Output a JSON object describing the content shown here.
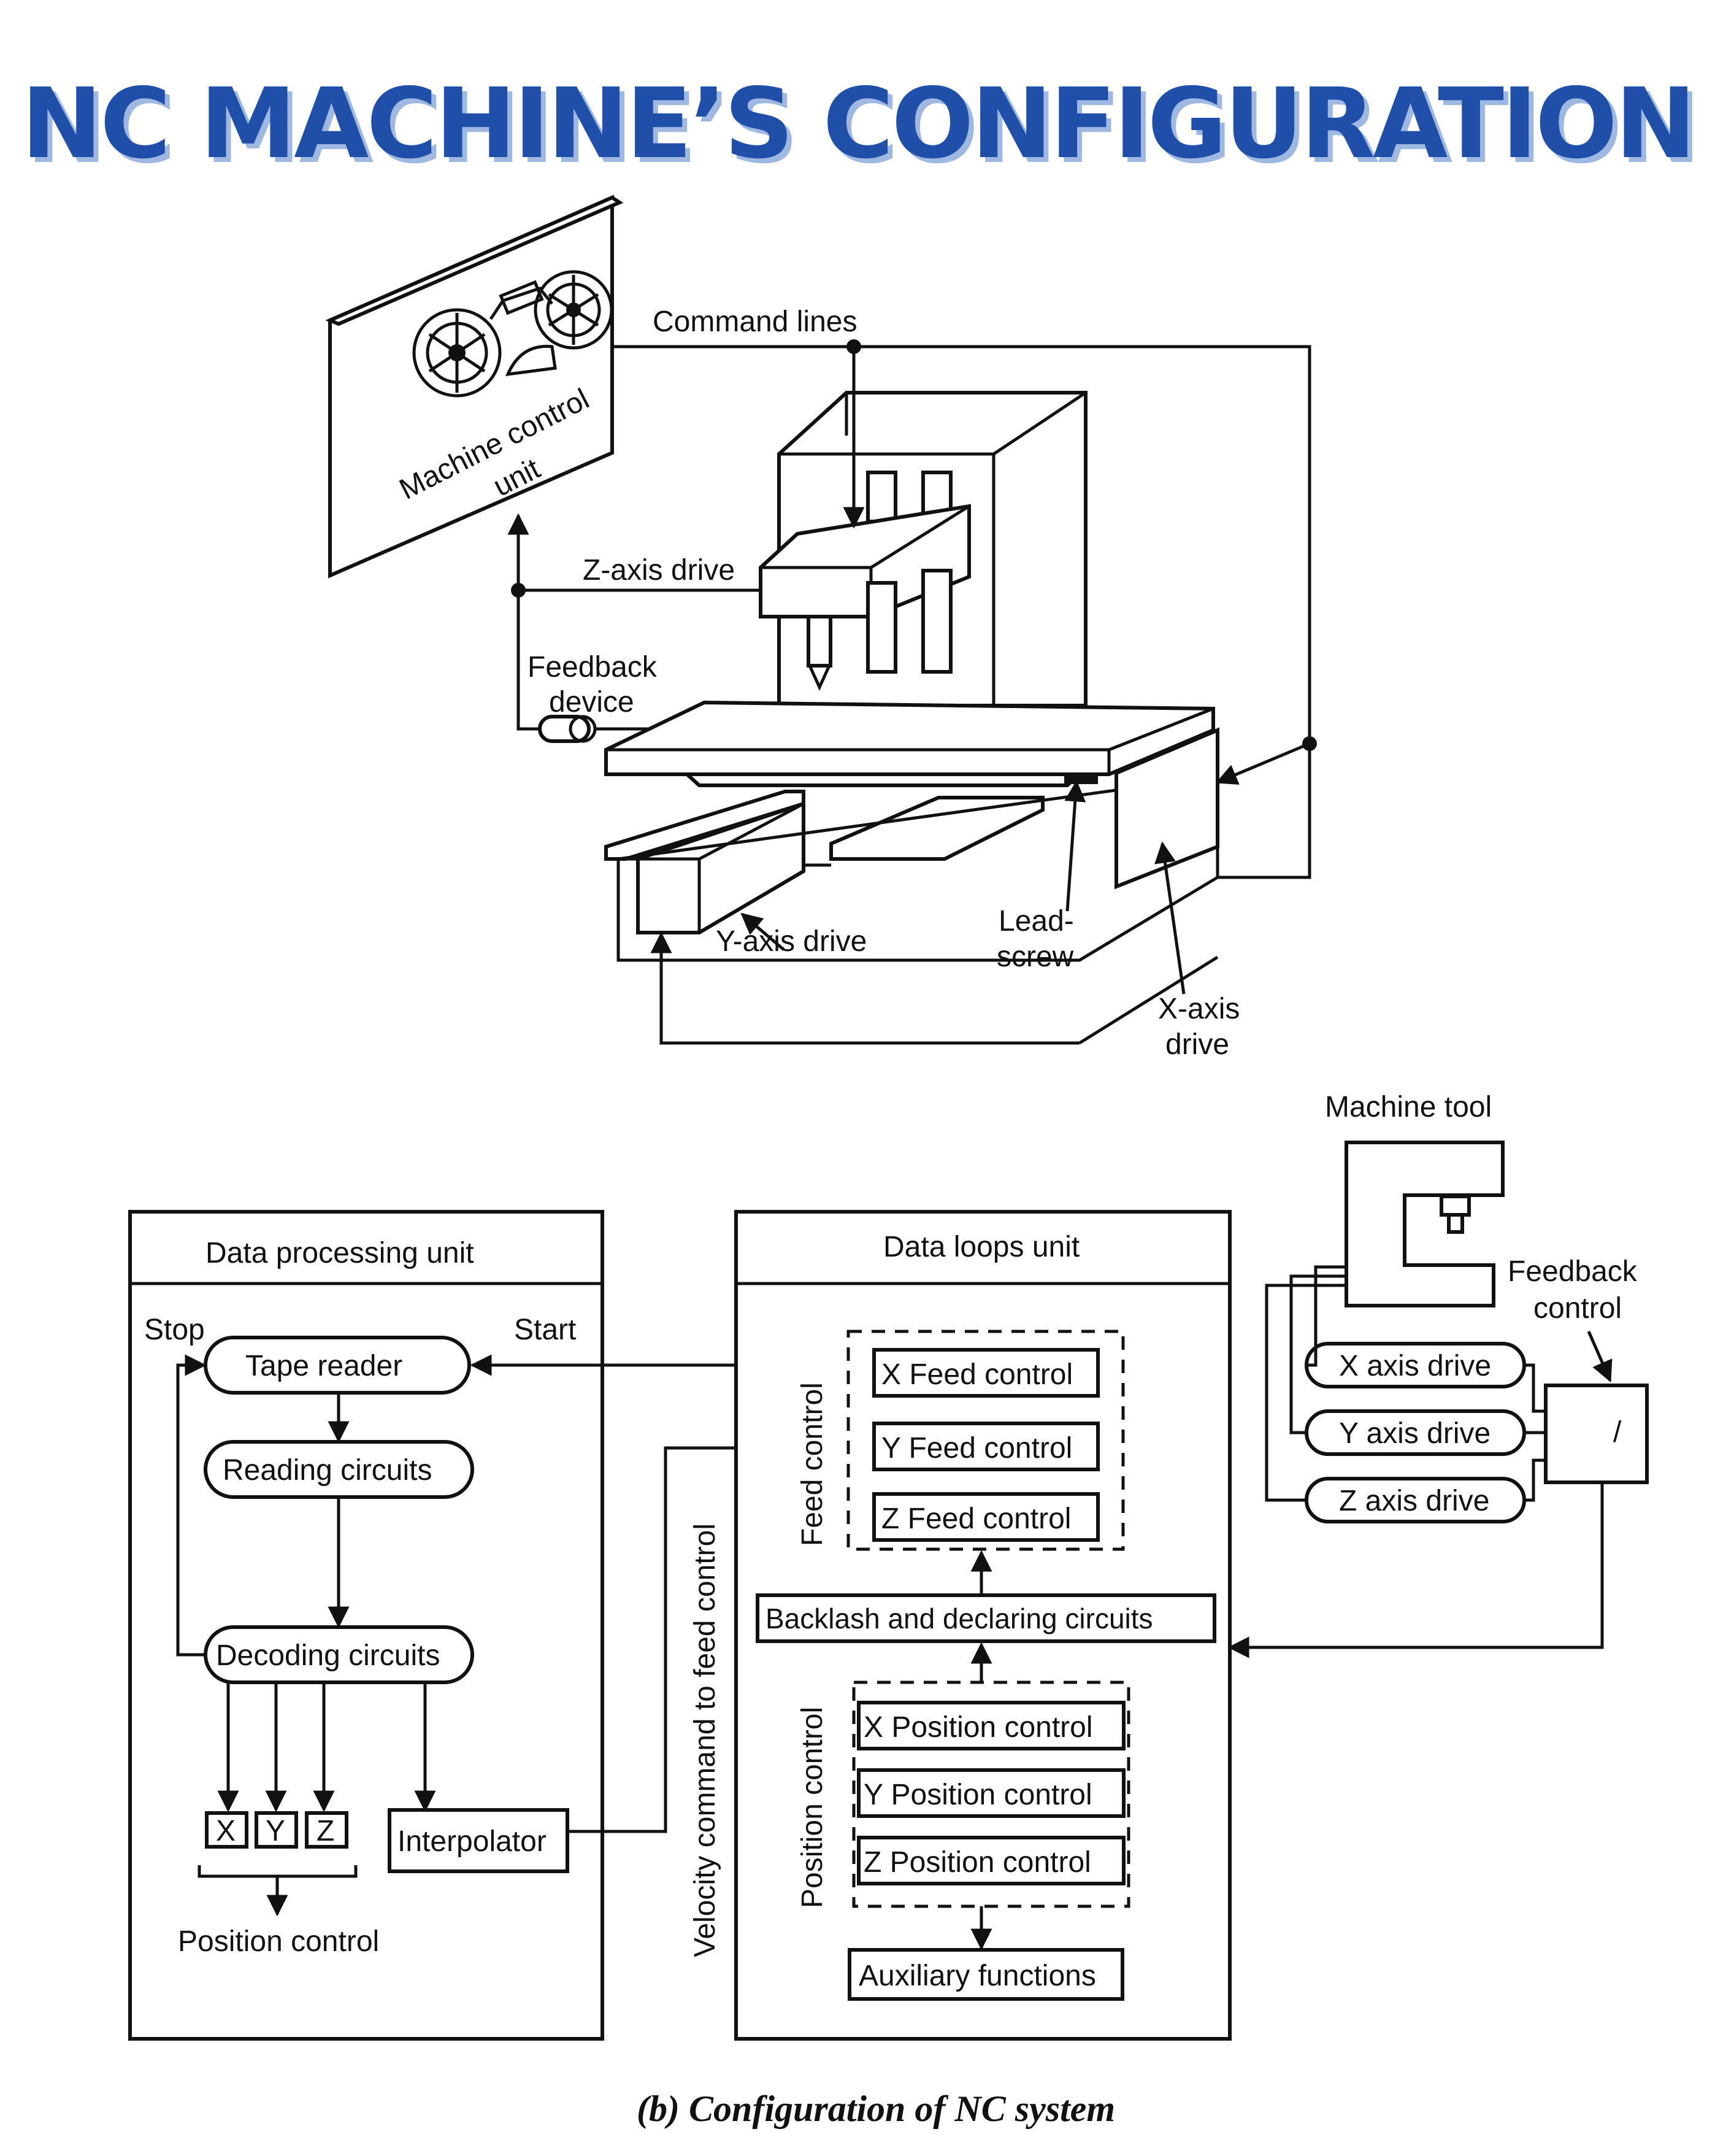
{
  "title": "NC MACHINE’S CONFIGURATION",
  "top_diagram": {
    "mcu_label_1": "Machine control",
    "mcu_label_2": "unit",
    "command_lines": "Command lines",
    "z_axis_drive": "Z-axis drive",
    "feedback_device_1": "Feedback",
    "feedback_device_2": "device",
    "y_axis_drive": "Y-axis drive",
    "lead_screw_1": "Lead-",
    "lead_screw_2": "screw",
    "x_axis_drive_1": "X-axis",
    "x_axis_drive_2": "drive"
  },
  "bottom_diagram": {
    "data_processing_unit": "Data processing unit",
    "stop": "Stop",
    "start": "Start",
    "tape_reader": "Tape reader",
    "reading_circuits": "Reading circuits",
    "decoding_circuits": "Decoding circuits",
    "x": "X",
    "y": "Y",
    "z": "Z",
    "position_control": "Position control",
    "interpolator": "Interpolator",
    "velocity_command": "Velocity command to feed control",
    "data_loops_unit": "Data loops unit",
    "feed_control": "Feed control",
    "x_feed_control": "X Feed control",
    "y_feed_control": "Y Feed control",
    "z_feed_control": "Z Feed control",
    "backlash": "Backlash and declaring circuits",
    "position_control_vertical": "Position control",
    "x_position_control": "X Position control",
    "y_position_control": "Y Position control",
    "z_position_control": "Z Position control",
    "auxiliary_functions": "Auxiliary functions",
    "machine_tool": "Machine tool",
    "feedback_control_1": "Feedback",
    "feedback_control_2": "control",
    "x_axis_drive": "X axis drive",
    "y_axis_drive": "Y axis drive",
    "z_axis_drive": "Z axis drive",
    "feedback_symbol": "/"
  },
  "caption": "(b) Configuration of NC system",
  "colors": {
    "title": "#1f4fa8",
    "title_shadow": "#9fb8e2",
    "ink": "#111111"
  }
}
